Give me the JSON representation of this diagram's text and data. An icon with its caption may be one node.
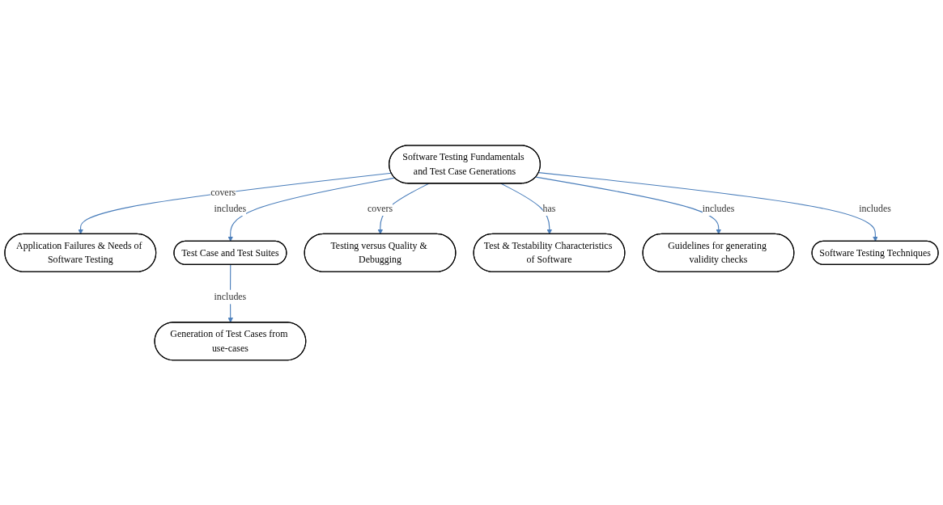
{
  "diagram": {
    "nodes": [
      {
        "text": [
          "Software Testing Fundamentals and Test Case Generations"
        ]
      },
      {
        "text": [
          "Application Failures & Needs of Software Testing"
        ]
      },
      {
        "text": [
          "Test Case and Test Suites"
        ]
      },
      {
        "text": [
          "Testing versus Quality & Debugging"
        ]
      },
      {
        "text": [
          "Generation of Test Cases from use-cases"
        ]
      },
      {
        "text": [
          "Test & Testability Characteristics of Software"
        ]
      },
      {
        "text": [
          "Guidelines for generating validity checks"
        ]
      },
      {
        "text": [
          "Software Testing Techniques"
        ]
      }
    ],
    "edges": [
      {
        "from": 0,
        "to": 1,
        "arrow": "to",
        "label": "covers",
        "color": "#4a7ebb"
      },
      {
        "from": 0,
        "to": 2,
        "arrow": "to",
        "label": "includes",
        "color": "#4a7ebb"
      },
      {
        "from": 0,
        "to": 3,
        "arrow": "to",
        "label": "covers",
        "color": "#4a7ebb"
      },
      {
        "from": 2,
        "to": 4,
        "arrow": "to",
        "label": "includes",
        "color": "#4a7ebb"
      },
      {
        "from": 0,
        "to": 6,
        "arrow": "to",
        "label": "includes",
        "color": "#4a7ebb"
      },
      {
        "from": 0,
        "to": 5,
        "arrow": "to",
        "label": "has",
        "color": "#4a7ebb"
      },
      {
        "from": 0,
        "to": 7,
        "arrow": "to",
        "label": "includes",
        "color": "#4a7ebb"
      }
    ]
  }
}
